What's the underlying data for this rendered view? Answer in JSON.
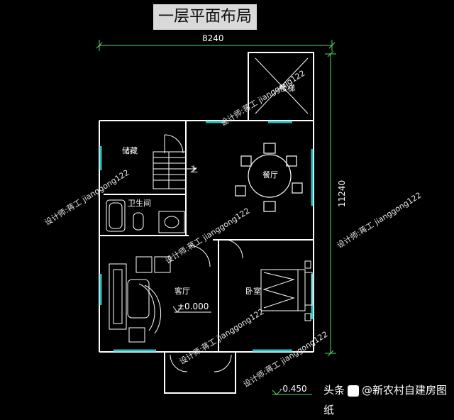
{
  "title": "一层平面布局",
  "dimensions": {
    "width_label": "8240",
    "height_label": "11240"
  },
  "rooms": {
    "stairs_top": "楼梯",
    "storage": "储藏",
    "dining": "餐厅",
    "bathroom": "卫生间",
    "living": "客厅",
    "bedroom": "卧室",
    "stair_up": "上"
  },
  "levels": {
    "floor": "±0.000",
    "outdoor": "-0.450"
  },
  "watermarks": [
    "设计师:蒋工  jianggong122",
    "设计师:蒋工  jianggong122",
    "设计师:蒋工  jianggong122",
    "设计师:蒋工  jianggong122",
    "设计师:蒋工  jianggong122",
    "设计师:蒋工  jianggong122"
  ],
  "footer": {
    "prefix": "头条",
    "account": "@新农村自建房图纸"
  },
  "colors": {
    "wall": "#ffffff",
    "dimension": "#4cd96a",
    "window": "#22c3c3",
    "furniture": "#ffffff",
    "text": "#ffffff"
  }
}
